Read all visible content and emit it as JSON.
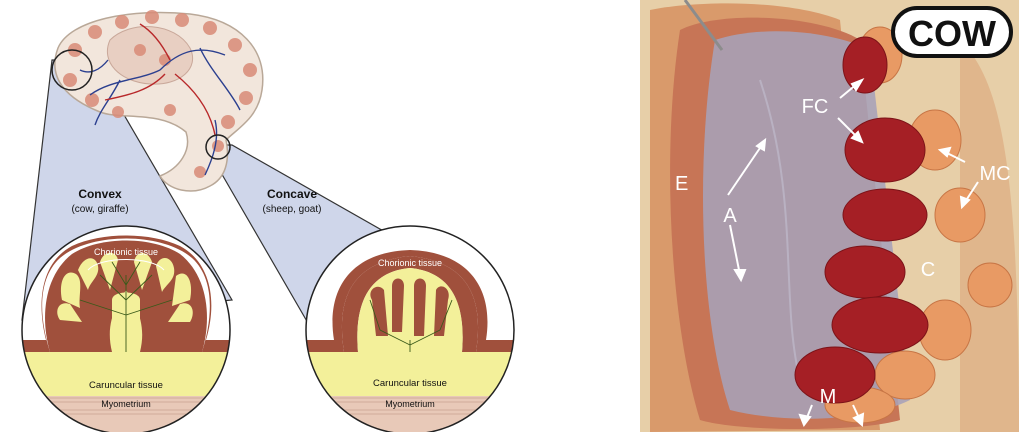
{
  "left_diagram": {
    "convex": {
      "title": "Convex",
      "subtitle": "(cow, giraffe)",
      "chorionic_label": "Chorionic tissue",
      "caruncular_label": "Caruncular tissue",
      "myometrium_label": "Myometrium"
    },
    "concave": {
      "title": "Concave",
      "subtitle": "(sheep, goat)",
      "chorionic_label": "Chorionic tissue",
      "caruncular_label": "Caruncular tissue",
      "myometrium_label": "Myometrium"
    },
    "colors": {
      "chorion_brown": "#a0503c",
      "caruncle_yellow": "#f3f09a",
      "myometrium_pink": "#e8c9b8",
      "funnel_blue": "#cfd6ea"
    }
  },
  "photo": {
    "badge": "COW",
    "labels": {
      "E": "E",
      "A": "A",
      "FC": "FC",
      "MC": "MC",
      "C": "C",
      "M": "M"
    }
  }
}
